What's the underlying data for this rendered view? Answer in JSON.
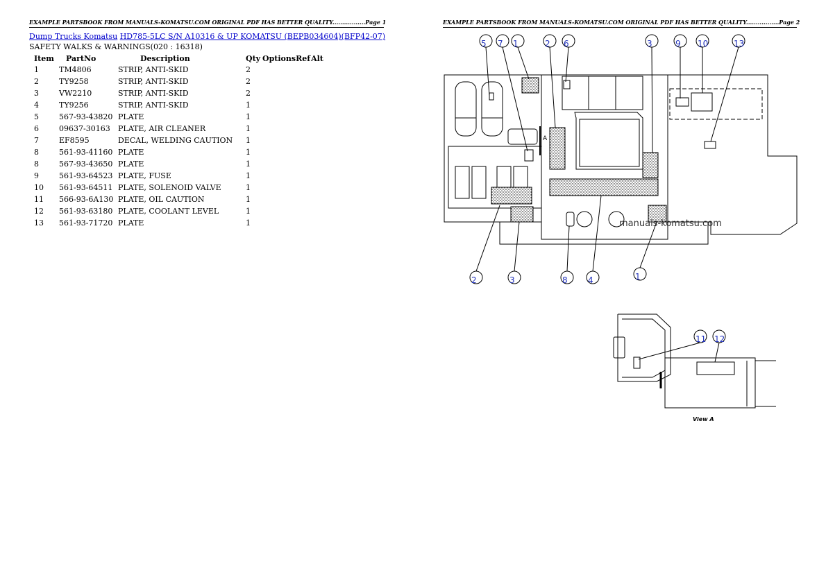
{
  "header": {
    "page1": "EXAMPLE PARTSBOOK FROM MANUALS-KOMATSU.COM ORIGINAL PDF HAS BETTER QUALITY.................Page 1",
    "page2": "EXAMPLE PARTSBOOK FROM MANUALS-KOMATSU.COM ORIGINAL PDF HAS BETTER QUALITY.................Page 2"
  },
  "breadcrumb": {
    "link1": "Dump Trucks Komatsu",
    "link2": "HD785-5LC S/N A10316 & UP KOMATSU (BEPB034604)(BFP42-07)"
  },
  "section_title": "SAFETY WALKS & WARNINGS(020 : 16318)",
  "table": {
    "headers": [
      "Item",
      "PartNo",
      "Description",
      "Qty",
      "Options",
      "Ref",
      "Alt"
    ],
    "rows": [
      [
        "1",
        "TM4806",
        "STRIP, ANTI-SKID",
        "2"
      ],
      [
        "2",
        "TY9258",
        "STRIP, ANTI-SKID",
        "2"
      ],
      [
        "3",
        "VW2210",
        "STRIP, ANTI-SKID",
        "2"
      ],
      [
        "4",
        "TY9256",
        "STRIP, ANTI-SKID",
        "1"
      ],
      [
        "5",
        "567-93-43820",
        "PLATE",
        "1"
      ],
      [
        "6",
        "09637-30163",
        "PLATE, AIR CLEANER",
        "1"
      ],
      [
        "7",
        "EF8595",
        "DECAL, WELDING CAUTION",
        "1"
      ],
      [
        "8",
        "561-93-41160",
        "PLATE",
        "1"
      ],
      [
        "8",
        "567-93-43650",
        "PLATE",
        "1"
      ],
      [
        "9",
        "561-93-64523",
        "PLATE, FUSE",
        "1"
      ],
      [
        "10",
        "561-93-64511",
        "PLATE, SOLENOID VALVE",
        "1"
      ],
      [
        "11",
        "566-93-6A130",
        "PLATE, OIL CAUTION",
        "1"
      ],
      [
        "12",
        "561-93-63180",
        "PLATE, COOLANT LEVEL",
        "1"
      ],
      [
        "13",
        "561-93-71720",
        "PLATE",
        "1"
      ]
    ]
  },
  "diagram": {
    "callouts_top": [
      "5",
      "7",
      "1",
      "2",
      "6",
      "3",
      "9",
      "10",
      "13"
    ],
    "callouts_bottom": [
      "2",
      "3",
      "8",
      "4",
      "1"
    ],
    "callouts_view": [
      "11",
      "12"
    ],
    "side_label": "A",
    "view_label": "View A",
    "watermark": "manuals-komatsu.com"
  }
}
